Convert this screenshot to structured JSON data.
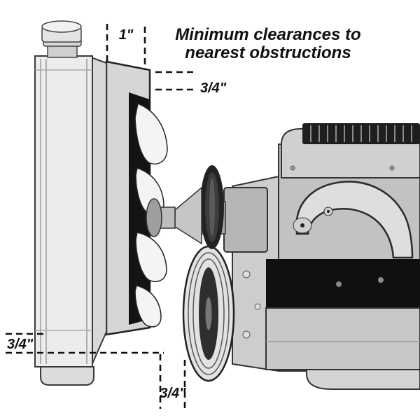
{
  "title": {
    "line1": "Minimum clearances to",
    "line2": "nearest obstructions"
  },
  "dimensions": {
    "radiator_to_shroud_top": "1\"",
    "shroud_top_clearance": "3/4\"",
    "bottom_left_clearance": "3/4\"",
    "bottom_center_clearance": "3/4\""
  },
  "colors": {
    "background": "#ffffff",
    "line": "#111111",
    "metal_light": "#ececec",
    "metal_mid": "#c8c8c8",
    "metal_dark": "#141414"
  }
}
